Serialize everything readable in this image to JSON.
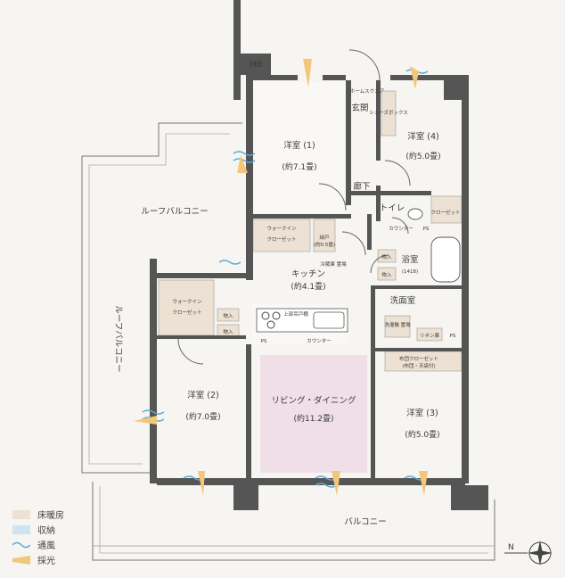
{
  "rooms": {
    "bed1": {
      "name": "洋室 (1)",
      "area": "(約7.1畳)"
    },
    "bed2": {
      "name": "洋室 (2)",
      "area": "(約7.0畳)"
    },
    "bed3": {
      "name": "洋室 (3)",
      "area": "(約5.0畳)"
    },
    "bed4": {
      "name": "洋室 (4)",
      "area": "(約5.0畳)"
    },
    "ldk": {
      "name": "リビング・ダイニング",
      "area": "(約11.2畳)"
    },
    "kitchen": {
      "name": "キッチン",
      "area": "(約4.1畳)"
    },
    "entrance": "玄関",
    "hallway": "廊下",
    "toilet": "トイレ",
    "bath": {
      "name": "浴室",
      "size": "(1418)"
    },
    "washroom": "洗面室"
  },
  "storage": {
    "walkin1": "ウォークイン",
    "walkin1b": "クローゼット",
    "walkin2": "ウォークイン",
    "walkin2b": "クローゼット",
    "nando": "納戸",
    "nando_area": "(約0.5畳)",
    "closet_top": "クローゼット",
    "shoes": "シューズボックス",
    "homeshelf": "ホームスクエア",
    "futon": "布団クローゼット",
    "futon_sub": "(布団・天袋付)",
    "linen": "リネン庫",
    "storage_in": "物入",
    "fridge": "冷蔵庫 置場",
    "washer": "洗濯機 置場",
    "kitchen_storage": "上部吊戸棚",
    "counter": "カウンター",
    "counter2": "カウンター",
    "ps": "PS"
  },
  "balconies": {
    "roof_top": "ルーフバルコニー",
    "roof_side": "ルーフバルコニー",
    "main": "バルコニー"
  },
  "mb": "MB",
  "compass": "N",
  "legend": [
    {
      "label": "床暖房",
      "color": "#ece1d3"
    },
    {
      "label": "収納",
      "color": "#cfe3f0"
    },
    {
      "label": "通風",
      "color": "#5aa9d6"
    },
    {
      "label": "採光",
      "color": "#f2c77a"
    }
  ],
  "colors": {
    "ldk": "#f1dfe8",
    "floor_heat": "#ece1d3"
  }
}
